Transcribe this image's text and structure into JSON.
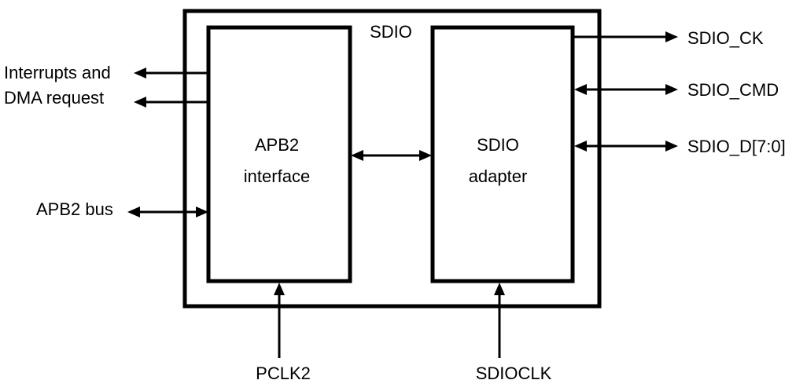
{
  "outer_block": {
    "title": "SDIO"
  },
  "blocks": {
    "apb2_interface": {
      "line1": "APB2",
      "line2": "interface"
    },
    "sdio_adapter": {
      "line1": "SDIO",
      "line2": "adapter"
    }
  },
  "signals": {
    "interrupts_line1": "Interrupts and",
    "interrupts_line2": "DMA request",
    "apb2_bus": "APB2 bus",
    "pclk2": "PCLK2",
    "sdioclk": "SDIOCLK",
    "sdio_ck": "SDIO_CK",
    "sdio_cmd": "SDIO_CMD",
    "sdio_d": "SDIO_D[7:0]"
  }
}
